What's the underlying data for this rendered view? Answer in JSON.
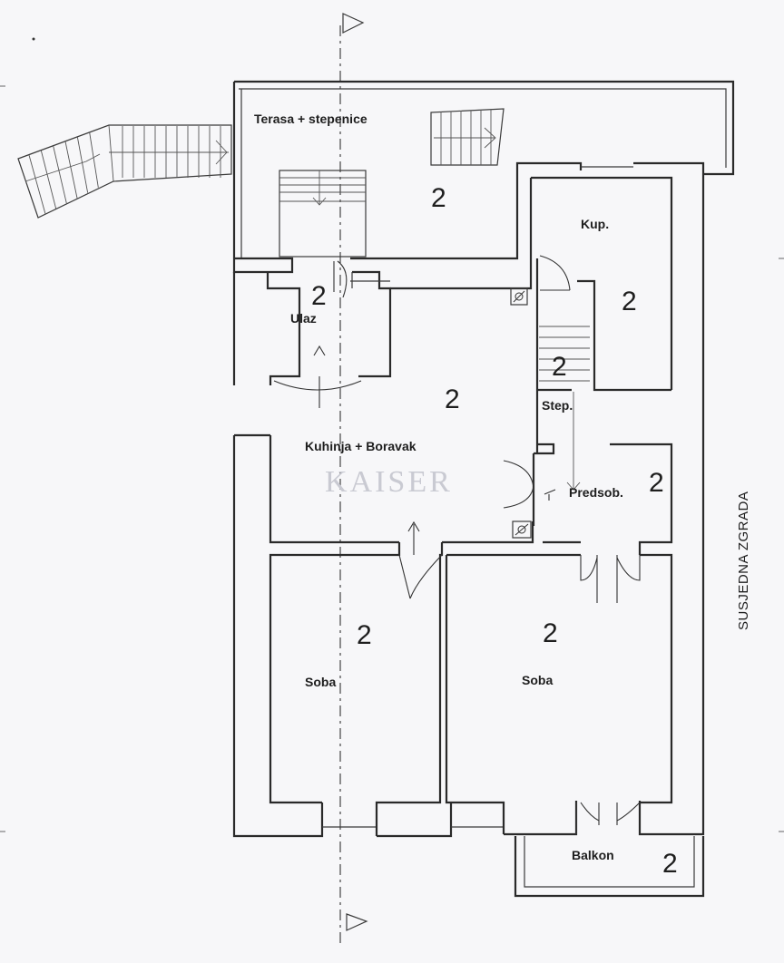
{
  "rooms": {
    "terasa": {
      "label": "Terasa + stepenice",
      "level": "2"
    },
    "ulaz": {
      "label": "Ulaz",
      "level": "2"
    },
    "kup": {
      "label": "Kup.",
      "level": "2"
    },
    "step": {
      "label": "Step.",
      "level": "2"
    },
    "kuhinja": {
      "label": "Kuhinja + Boravak",
      "level": "2"
    },
    "predsob": {
      "label": "Predsob.",
      "level": "2"
    },
    "soba1": {
      "label": "Soba",
      "level": "2"
    },
    "soba2": {
      "label": "Soba",
      "level": "2"
    },
    "balkon": {
      "label": "Balkon",
      "level": "2"
    }
  },
  "neighbor_label": "SUSJEDNA ZGRADA",
  "watermark": "KAISER",
  "icons": [
    "chimney-icon",
    "section-arrow-icon",
    "stair-arrow-icon",
    "door-swing-icon"
  ]
}
